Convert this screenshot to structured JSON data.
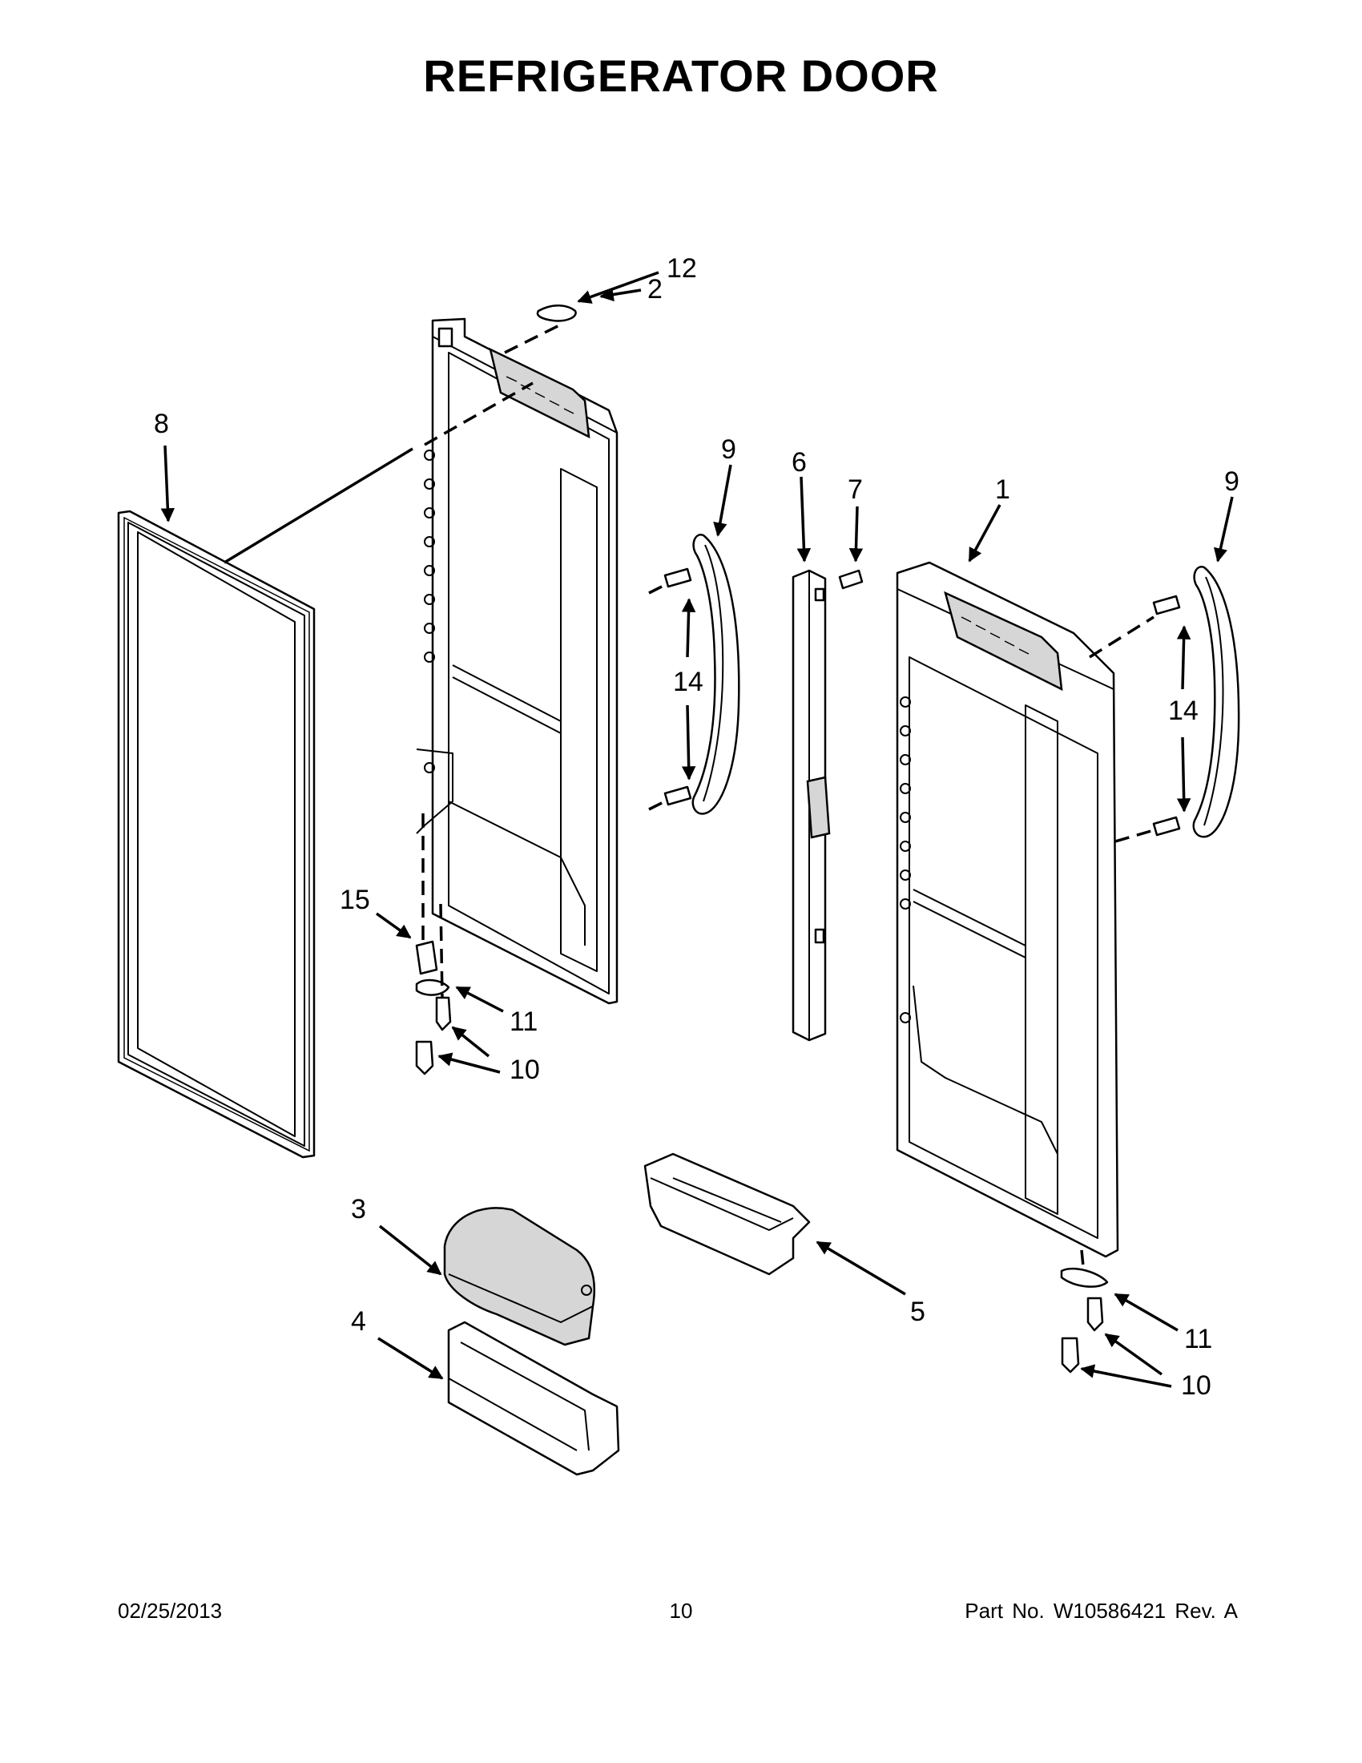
{
  "title": "REFRIGERATOR DOOR",
  "callouts": {
    "c1": "1",
    "c2": "2",
    "c3": "3",
    "c4": "4",
    "c5": "5",
    "c6": "6",
    "c7": "7",
    "c8": "8",
    "c9a": "9",
    "c9b": "9",
    "c10a": "10",
    "c10b": "10",
    "c11a": "11",
    "c11b": "11",
    "c12": "12",
    "c14a": "14",
    "c14b": "14",
    "c15": "15"
  },
  "footer": {
    "date": "02/25/2013",
    "page": "10",
    "part": "Part No.  W10586421  Rev.  A"
  }
}
